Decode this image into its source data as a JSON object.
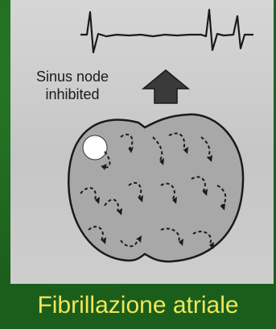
{
  "slide": {
    "label": "Sinus node inhibited",
    "caption": "Fibrillazione atriale"
  },
  "colors": {
    "background": "#1e6b1e",
    "caption": "#f0e65a",
    "figure": "#cfcfcf",
    "atria": "#a9a9a9",
    "ink": "#1a1a1a"
  },
  "icons": [
    "ecg-trace",
    "up-arrow-icon",
    "sinus-node-icon",
    "atria-outline",
    "reentry-arrows"
  ]
}
